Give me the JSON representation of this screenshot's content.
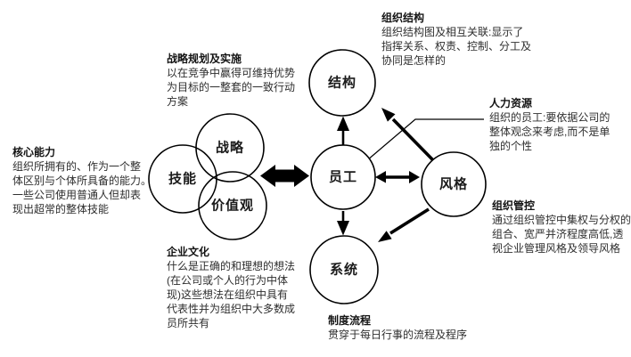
{
  "diagram": {
    "nodes": {
      "skills": {
        "label": "技能"
      },
      "strategy": {
        "label": "战略"
      },
      "values": {
        "label": "价值观"
      },
      "staff": {
        "label": "员工"
      },
      "structure": {
        "label": "结构"
      },
      "style": {
        "label": "风格"
      },
      "systems": {
        "label": "系统"
      }
    },
    "annotations": {
      "strategy_planning": {
        "title": "战略规划及实施",
        "body": "以在竞争中赢得可维持优势\n为目标的一整套的一致行动\n方案"
      },
      "org_structure": {
        "title": "组织结构",
        "body": "组织结构图及相互关联:显示了\n指挥关系、权责、控制、分工及\n协同是怎样的"
      },
      "core_competence": {
        "title": "核心能力",
        "body": "组织所拥有的、作为一个整\n体区别与个体所具备的能力。\n一些公司使用普通人但却表\n现出超常的整体技能"
      },
      "human_resources": {
        "title": "人力资源",
        "body": "组织的员工:要依据公司的\n整体观念来考虑,而不是单\n独的个性"
      },
      "org_control": {
        "title": "组织管控",
        "body": "通过组织管控中集权与分权的\n组合、宽严并济程度高低,透\n视企业管理风格及领导风格"
      },
      "corp_culture": {
        "title": "企业文化",
        "body": "什么是正确的和理想的想法\n(在公司或个人的行为中体\n现)这些想法在组织中具有\n代表性并为组织中大多数成\n员所共有"
      },
      "process": {
        "title": "制度流程",
        "body": "贯穿于每日行事的流程及程序"
      }
    },
    "colors": {
      "line": "#000000",
      "text": "#2e2e2e",
      "background": "#ffffff"
    }
  }
}
